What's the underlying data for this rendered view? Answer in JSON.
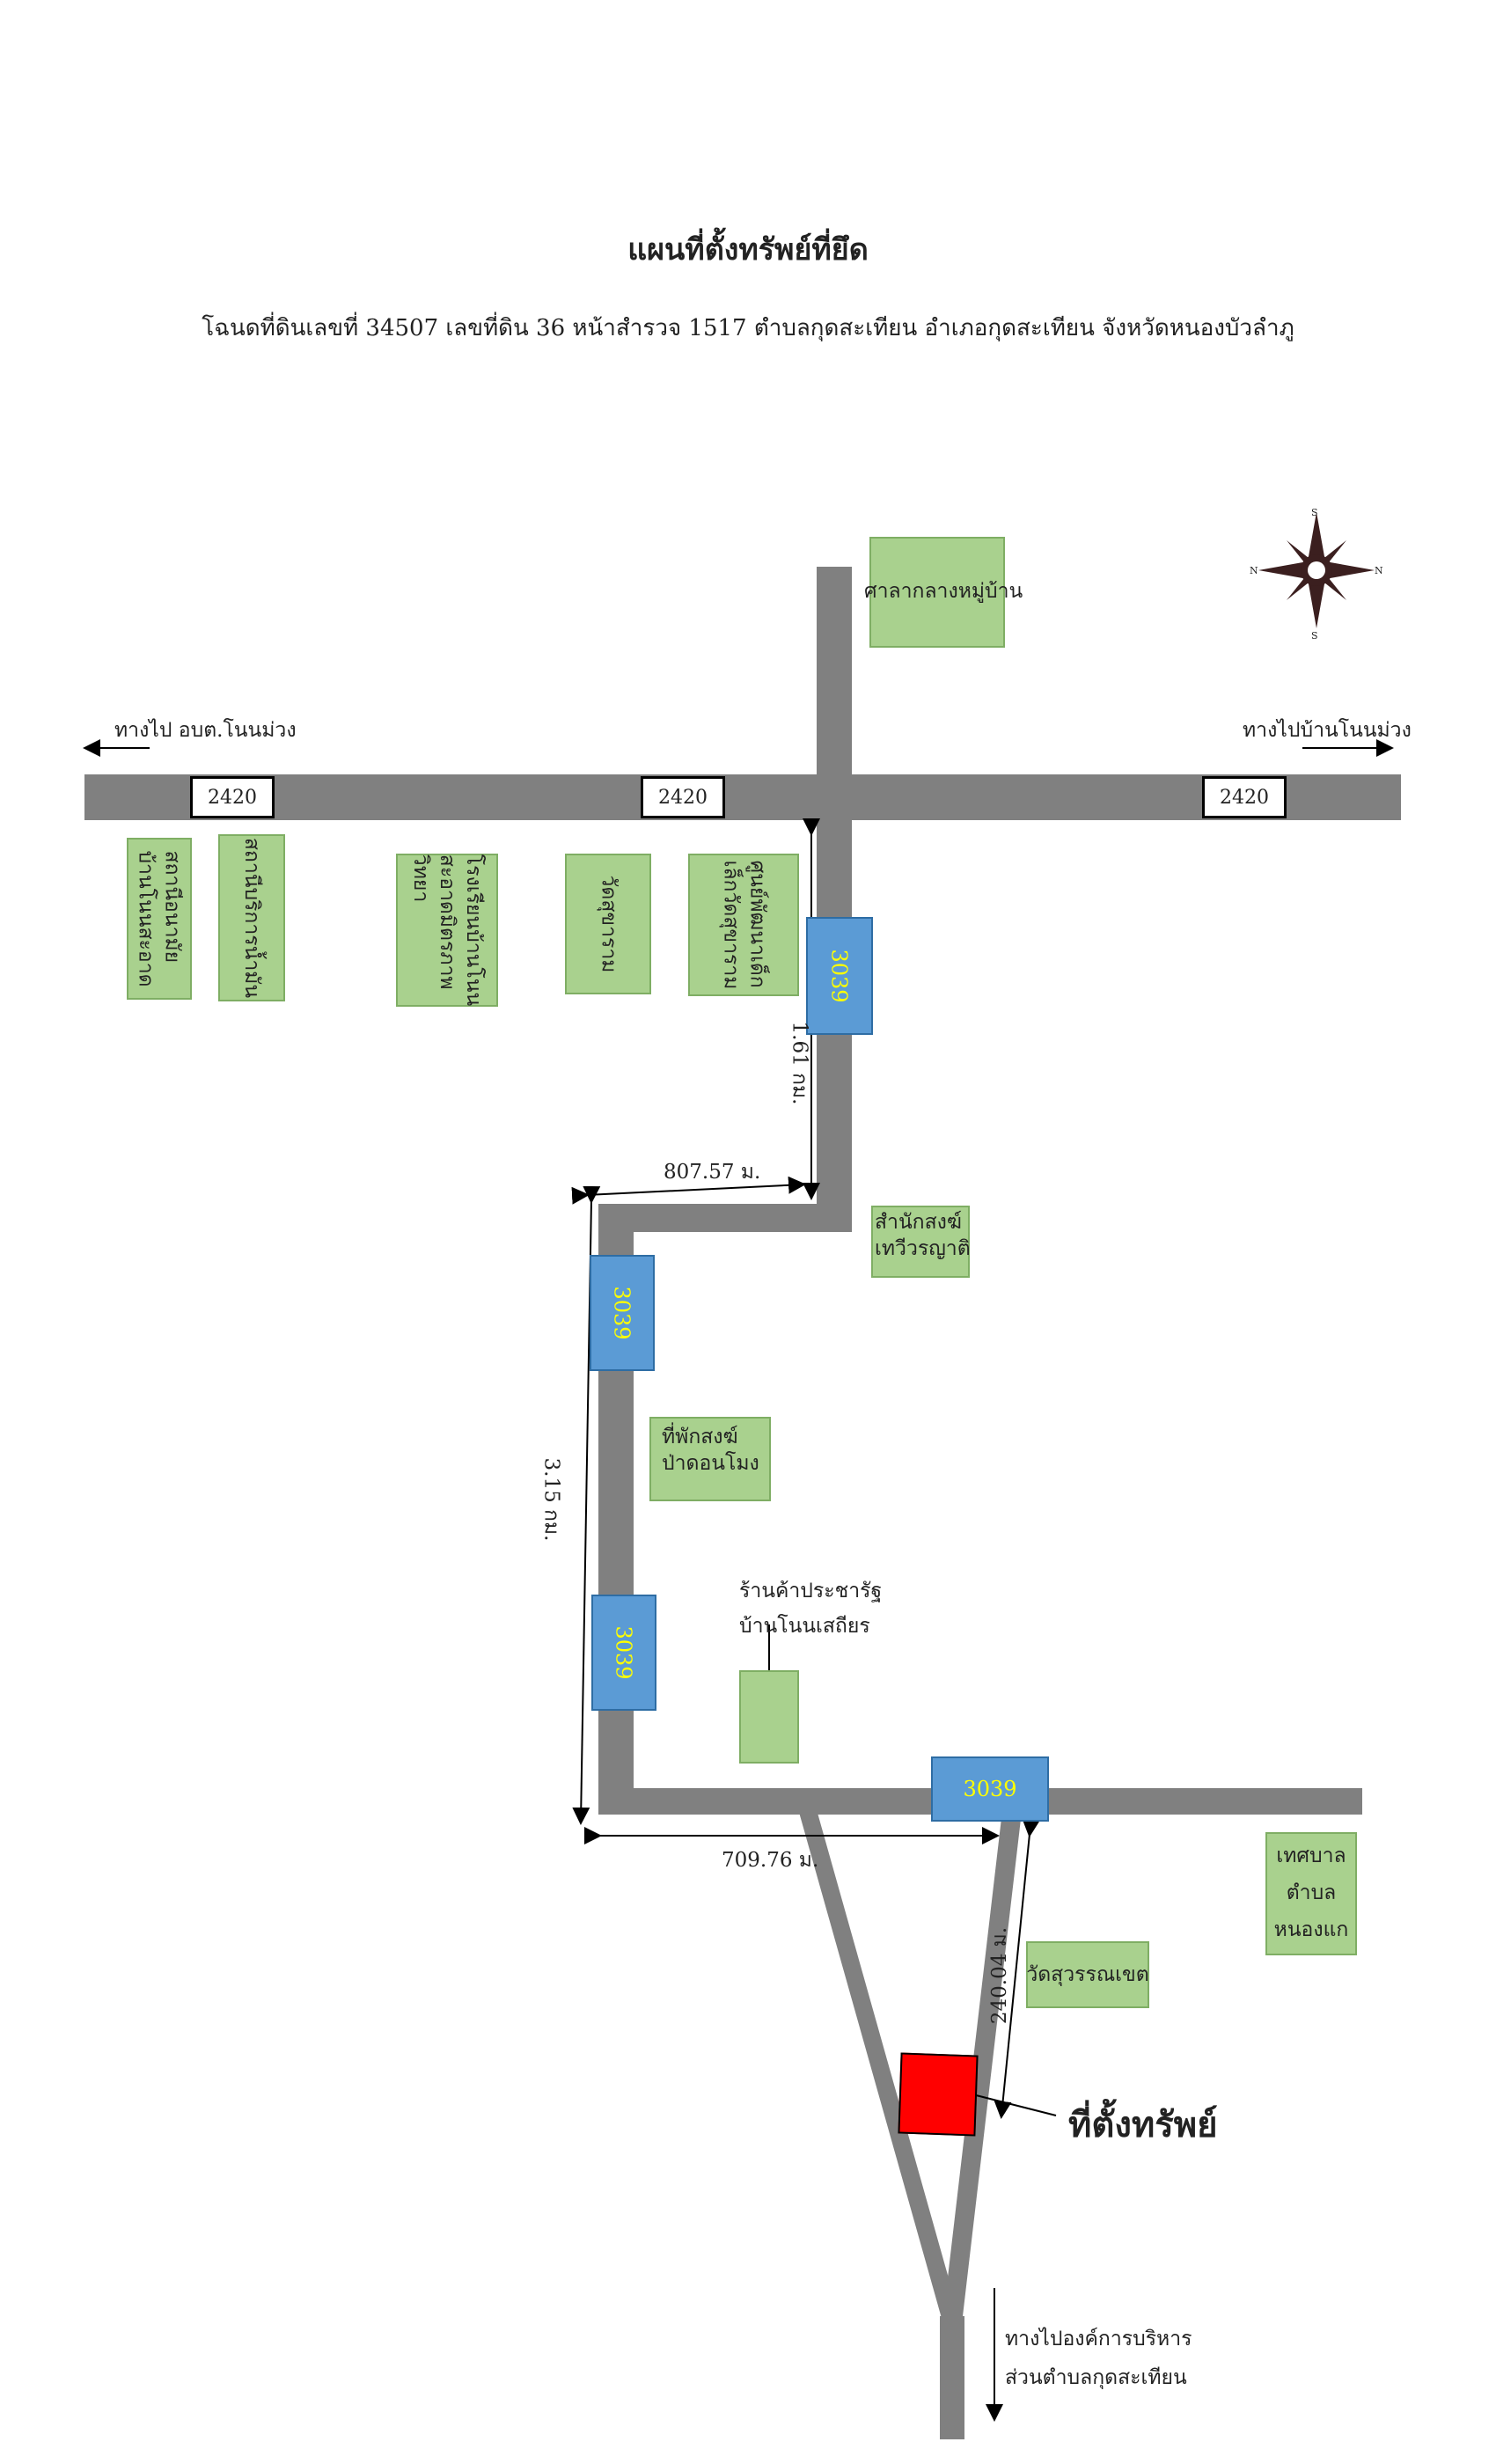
{
  "title": "แผนที่ตั้งทรัพย์ที่ยึด",
  "subtitle": "โฉนดที่ดินเลขที่ 34507 เลขที่ดิน 36 หน้าสำรวจ 1517 ตำบลกุดสะเทียน อำเภอกุดสะเทียน จังหวัดหนองบัวลำภู",
  "directions": {
    "west": "ทางไป อบต.โนนม่วง",
    "east": "ทางไปบ้านโนนม่วง",
    "south_line1": "ทางไปองค์การบริหาร",
    "south_line2": "ส่วนตำบลกุดสะเทียน"
  },
  "road_labels": {
    "r2420": "2420",
    "r3039": "3039"
  },
  "distances": {
    "d1": "1.61 กม.",
    "d2": "807.57 ม.",
    "d3": "3.15 กม.",
    "d4": "709.76 ม.",
    "d5": "240.04 ม."
  },
  "landmarks": {
    "village_hall": "ศาลากลางหมู่บ้าน",
    "health_station_line1": "สถานีอนามัย",
    "health_station_line2": "บ้านโนนสะอาด",
    "gas_station": "สถานีบริการน้ำมัน",
    "school_line1": "โรงเรียนบ้านโนน",
    "school_line2": "สะอาดมิตรภาพ",
    "school_line3": "วิทยา",
    "temple_north": "วัดสุขาราม",
    "child_center_line1": "ศูนย์พัฒนาเด็ก",
    "child_center_line2": "เล็กวัดสุขาราม",
    "monk_office_line1": "สำนักสงฆ์",
    "monk_office_line2": "เทวีวรญาติ",
    "monk_rest_line1": "ที่พักสงฆ์",
    "monk_rest_line2": "ป่าดอนโมง",
    "shop_line1": "ร้านค้าประชารัฐ",
    "shop_line2": "บ้านโนนเสถียร",
    "municipality_line1": "เทศบาล",
    "municipality_line2": "ตำบล",
    "municipality_line3": "หนองแก",
    "temple_south": "วัดสุวรรณเขต"
  },
  "property_label": "ที่ตั้งทรัพย์",
  "colors": {
    "road": "#808080",
    "landmark_fill": "#a9d18e",
    "route_tag": "#5b9bd5",
    "route_text": "#ffff00",
    "property": "#ff0000"
  }
}
